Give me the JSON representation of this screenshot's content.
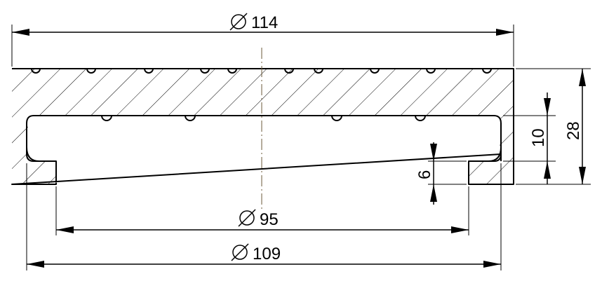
{
  "dimensions": {
    "outer_diameter": {
      "symbol": "∅",
      "value": "114"
    },
    "inner_diameter": {
      "symbol": "∅",
      "value": "109"
    },
    "lip_diameter": {
      "symbol": "∅",
      "value": "95"
    },
    "total_height": {
      "value": "28"
    },
    "recess_height": {
      "value": "10"
    },
    "lip_height": {
      "value": "6"
    }
  },
  "colors": {
    "line": "#000000",
    "centerline": "#6b5a3a",
    "background": "#ffffff"
  }
}
